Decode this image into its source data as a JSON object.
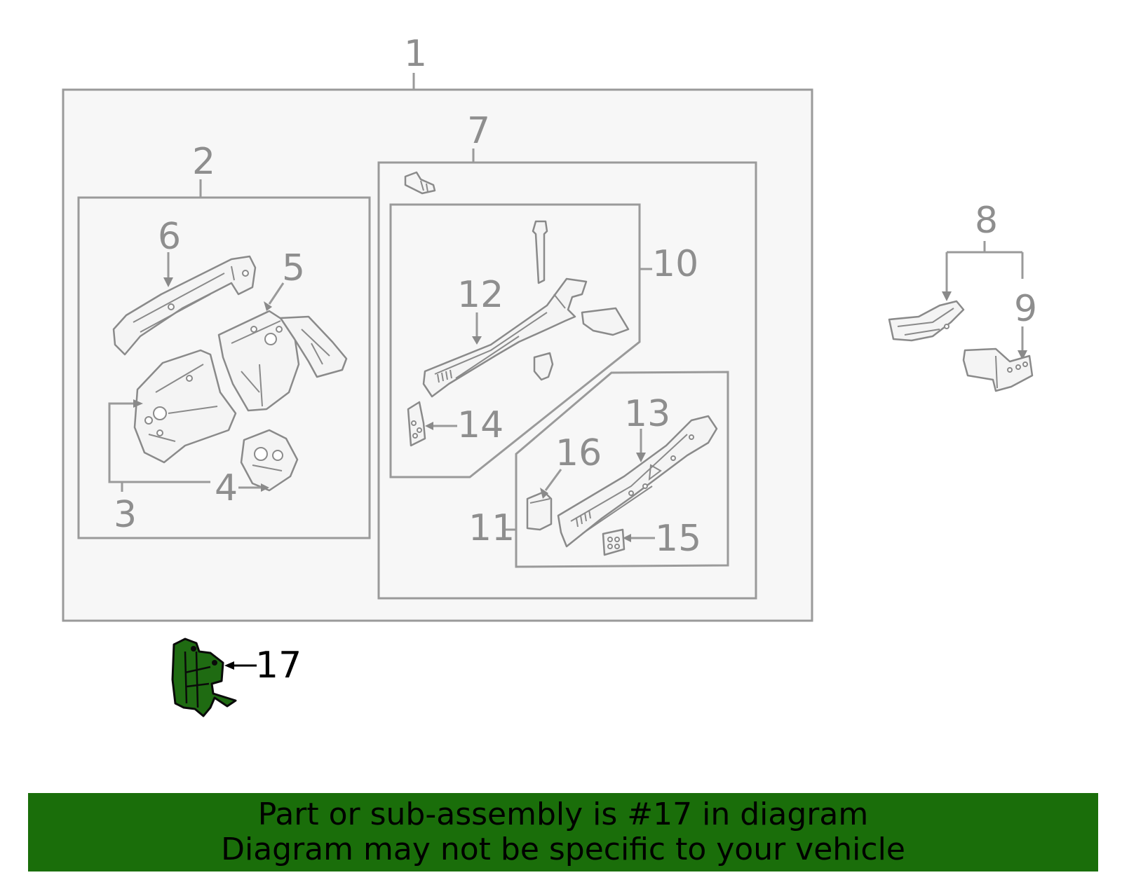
{
  "callouts": {
    "c1": "1",
    "c2": "2",
    "c3": "3",
    "c4": "4",
    "c5": "5",
    "c6": "6",
    "c7": "7",
    "c8": "8",
    "c9": "9",
    "c10": "10",
    "c11": "11",
    "c12": "12",
    "c13": "13",
    "c14": "14",
    "c15": "15",
    "c16": "16",
    "c17": "17"
  },
  "highlighted_part": "17",
  "colors": {
    "highlight": "#1f6b12",
    "banner": "#1a6e0a",
    "line": "#9a9a9a"
  },
  "banner": {
    "line1": "Part or sub-assembly is #17 in diagram",
    "line2": "Diagram may not be specific to your vehicle"
  }
}
